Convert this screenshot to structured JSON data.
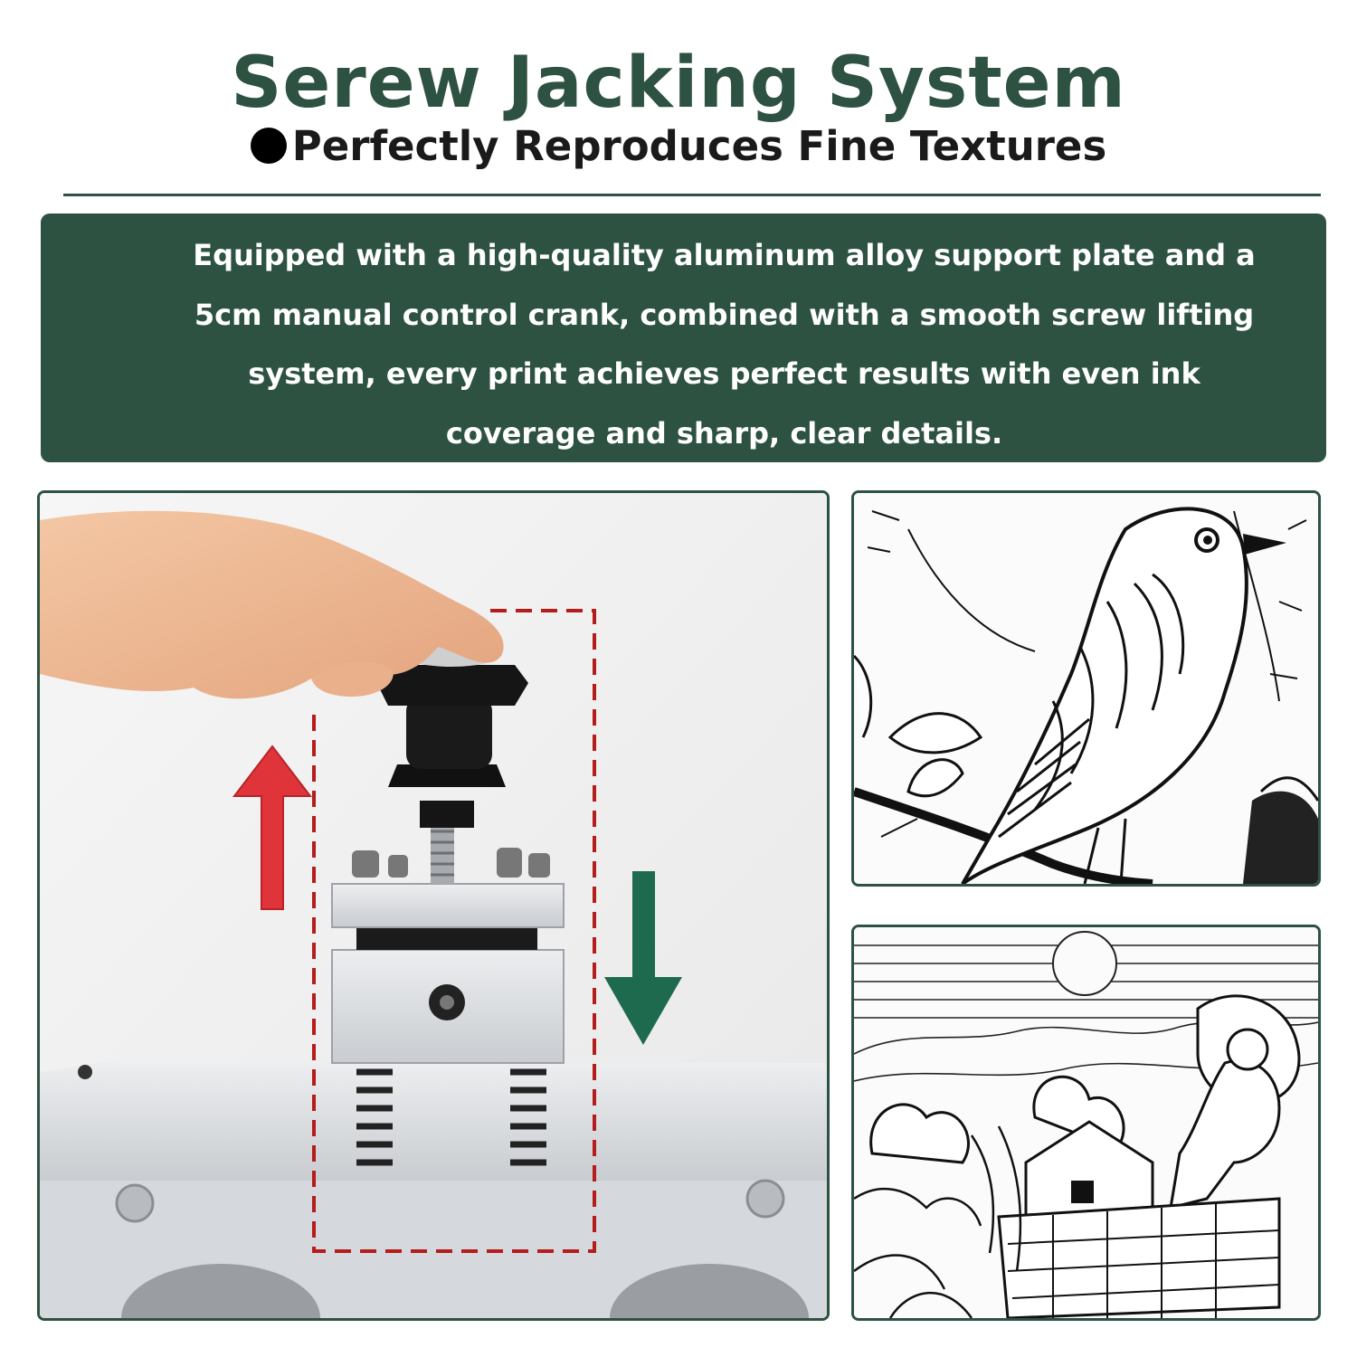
{
  "header": {
    "title": "Serew Jacking System",
    "subtitle": "Perfectly Reproduces Fine Textures"
  },
  "description": "Equipped with a high-quality aluminum alloy support plate and a 5cm manual control crank, combined with a smooth screw lifting system, every print achieves perfect results with even ink coverage and sharp, clear details.",
  "colors": {
    "brand_green": "#2d5241",
    "arrow_up": "#e0343b",
    "arrow_down": "#1e6a4e",
    "highlight_box": "#b51c1c"
  },
  "images": {
    "main": "screw-jack-press-photo",
    "top_right": "bird-line-art-print",
    "bottom_right": "landscape-line-art-print"
  }
}
